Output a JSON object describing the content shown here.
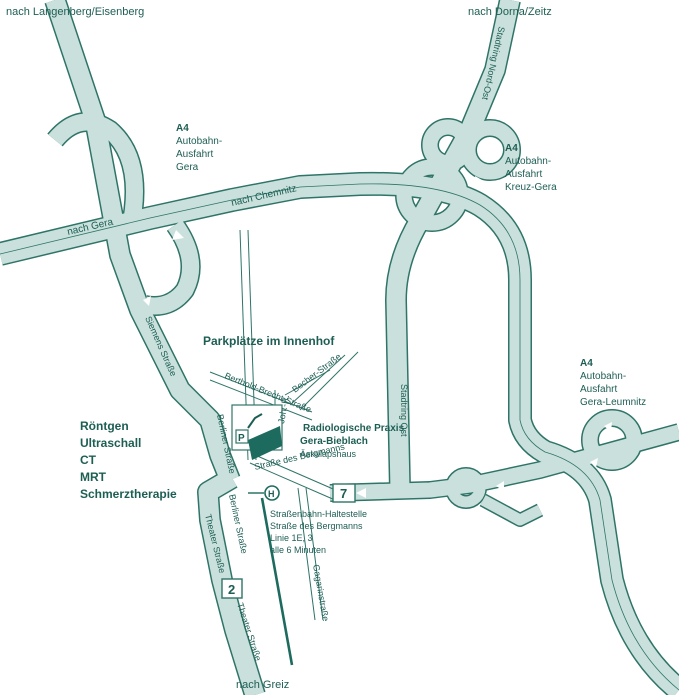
{
  "directions": {
    "north_west": "nach Langenberg/Eisenberg",
    "north_east": "nach Dorna/Zeitz",
    "west": "nach Gera",
    "center_road": "nach Chemnitz",
    "south": "nach Greiz"
  },
  "exits": [
    {
      "line1": "A4",
      "line2": "Autobahn-",
      "line3": "Ausfahrt",
      "line4": "Gera"
    },
    {
      "line1": "A4",
      "line2": "Autobahn-",
      "line3": "Ausfahrt",
      "line4": "Kreuz-Gera"
    },
    {
      "line1": "A4",
      "line2": "Autobahn-",
      "line3": "Ausfahrt",
      "line4": "Gera-Leumnitz"
    }
  ],
  "streets": {
    "stadtring_nord_ost": "Stadtring Nord-Ost",
    "stadtring_ost": "Stadtring Ost",
    "siemens": "Siemens Straße",
    "berliner_1": "Berliner Straße",
    "berliner_2": "Berliner Straße",
    "theater_1": "Theater Straße",
    "theater_2": "Theater Straße",
    "bergmanns": "Straße des Bergmanns",
    "berthold_brecht": "Berthold-Brecht-Straße",
    "becher": "Becher-Straße",
    "joh_r": "Joh.-R.",
    "gagarin": "Gagarinstraße"
  },
  "parking": {
    "title": "Parkplätze im Innenhof",
    "symbol": "P"
  },
  "practice": {
    "name1": "Radiologische Praxis",
    "name2": "Gera-Bieblach",
    "building": "Äskulapshaus"
  },
  "services": [
    "Röntgen",
    "Ultraschall",
    "CT",
    "MRT",
    "Schmerztherapie"
  ],
  "route_markers": {
    "route7": "7",
    "route2": "2"
  },
  "tram": {
    "symbol": "H",
    "line1": "Straßenbahn-Haltestelle",
    "line2": "Straße des Bergmanns",
    "line3": "Linie 1E, 3",
    "line4": "alle 6 Minuten"
  },
  "colors": {
    "road_fill": "#c9e0dc",
    "road_edge": "#2f7468",
    "text": "#1d5e54",
    "building": "#1d6b5e"
  }
}
